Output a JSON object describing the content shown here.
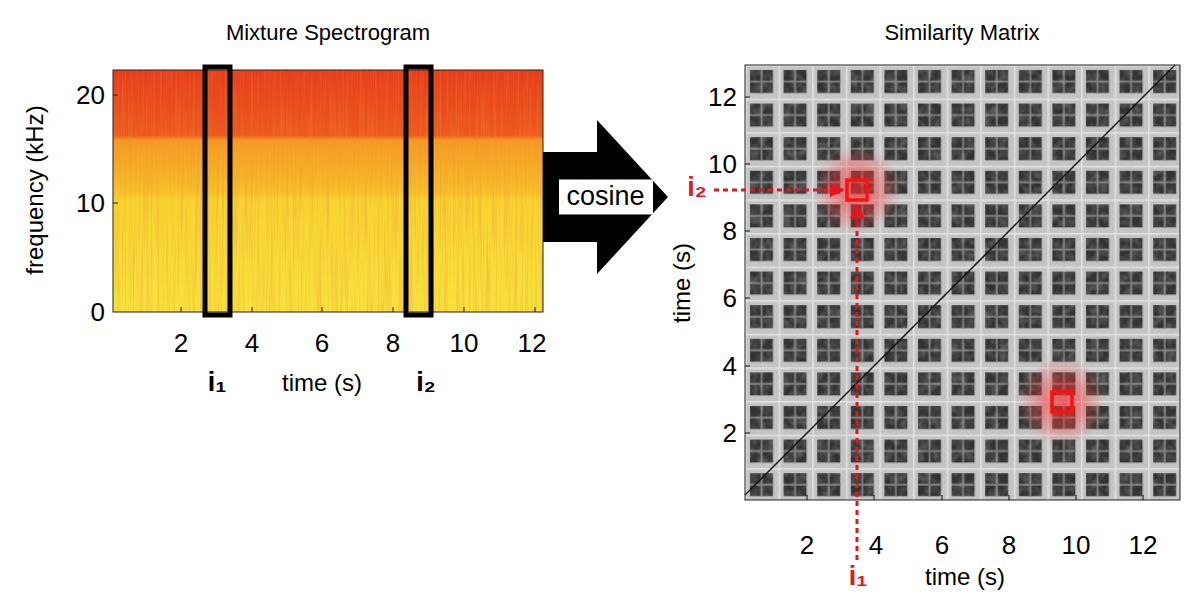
{
  "diagram": {
    "nodes": [
      {
        "text": [
          "Mixture Spectrogram"
        ]
      },
      {
        "text": [
          "Similarity Matrix"
        ]
      }
    ],
    "edges": [
      {
        "from": 0,
        "to": 1,
        "arrow": "to",
        "label": "cosine"
      }
    ],
    "labels": [
      "frequency (kHz)",
      "20",
      "10",
      "0",
      "2",
      "4",
      "6",
      "8",
      "10",
      "12",
      "i₁",
      "time (s)",
      "i₂",
      "i₂",
      "time (s)",
      "12",
      "10",
      "8",
      "6",
      "4",
      "2",
      "2",
      "4",
      "6",
      "8",
      "10",
      "12",
      "i₁",
      "time (s)"
    ]
  }
}
